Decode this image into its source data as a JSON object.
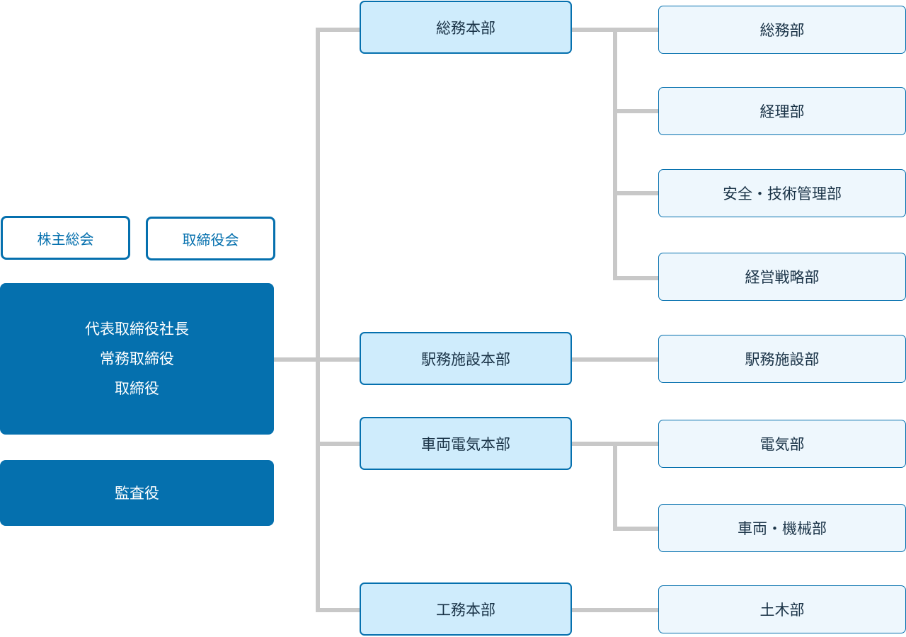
{
  "top": {
    "shareholders": "株主総会",
    "board": "取締役会"
  },
  "executives": {
    "lines": [
      "代表取締役社長",
      "常務取締役",
      "取締役"
    ]
  },
  "auditor": "監査役",
  "headquarters": [
    {
      "label": "総務本部",
      "departments": [
        "総務部",
        "経理部",
        "安全・技術管理部",
        "経営戦略部"
      ]
    },
    {
      "label": "駅務施設本部",
      "departments": [
        "駅務施設部"
      ]
    },
    {
      "label": "車両電気本部",
      "departments": [
        "電気部",
        "車両・機械部"
      ]
    },
    {
      "label": "工務本部",
      "departments": [
        "土木部"
      ]
    }
  ],
  "colors": {
    "primary": "#0570ae",
    "hq_fill": "#cfecfc",
    "dept_fill": "#eef7fd",
    "connector": "#c8c8c8"
  }
}
